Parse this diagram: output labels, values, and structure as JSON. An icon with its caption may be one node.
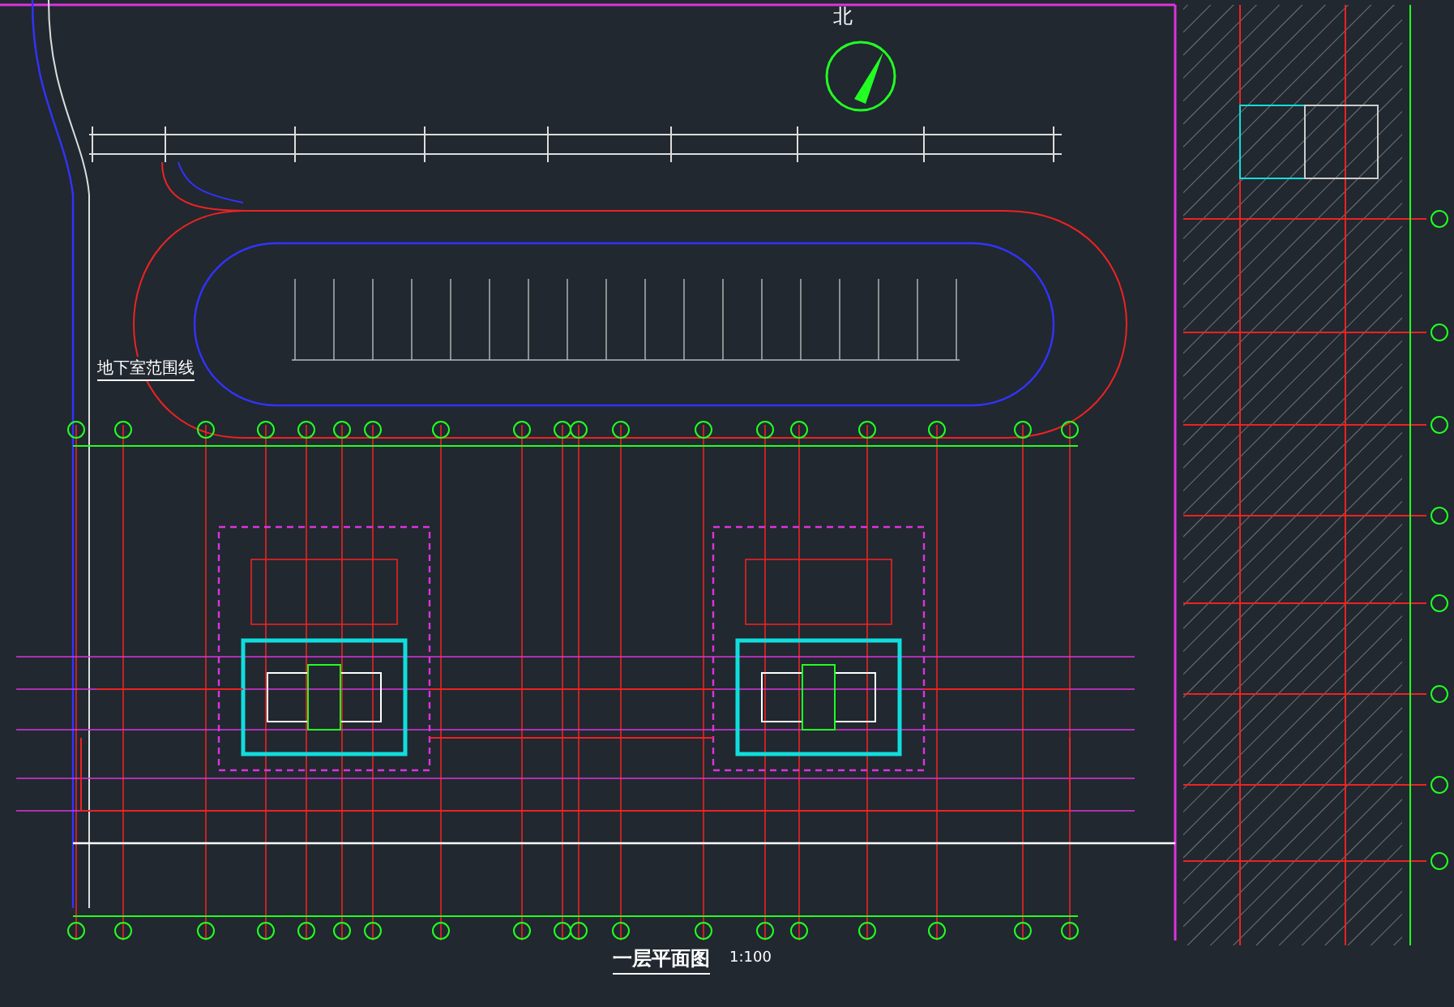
{
  "diagram": {
    "title": "一层平面图",
    "labels": [
      "北",
      "地下室范围线",
      "1:100"
    ]
  }
}
